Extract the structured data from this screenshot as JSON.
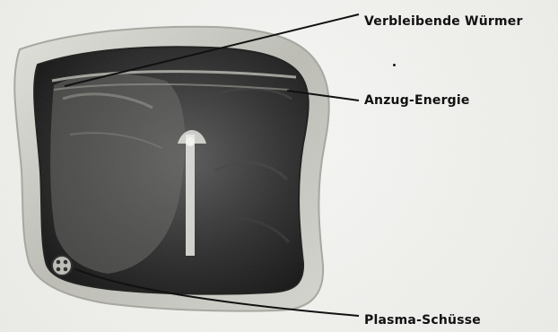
{
  "labels": {
    "remaining_worms": "Verbleibende Würmer",
    "suit_energy": "Anzug-Energie",
    "plasma_shots": "Plasma-Schüsse"
  },
  "icons": {
    "screen": "game-viewport",
    "bottom_left_badge": "plasma-shots-icon"
  },
  "colors": {
    "background": "#f2f2ef",
    "frame_light": "#d7d7d2",
    "frame_dark": "#2a2a2a",
    "line": "#111111"
  }
}
